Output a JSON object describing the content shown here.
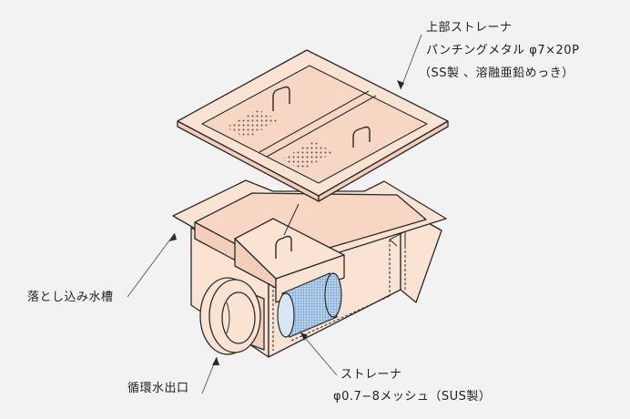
{
  "labels": {
    "top_strainer": {
      "title": "上部ストレーナ",
      "spec": "パンチングメタル  φ7×20P",
      "material": "（SS製 、溶融亜鉛めっき）"
    },
    "drop_tank": "落とし込み水槽",
    "circulation_outlet": "循環水出口",
    "strainer": {
      "title": "ストレーナ",
      "spec": "φ0.7−8メッシュ（SUS製）"
    }
  },
  "colors": {
    "background": "#f2f2f2",
    "body_fill": "#fbe3d4",
    "stroke": "#2a2a2a",
    "mesh": "#7aa6cf",
    "leader": "#555555"
  }
}
